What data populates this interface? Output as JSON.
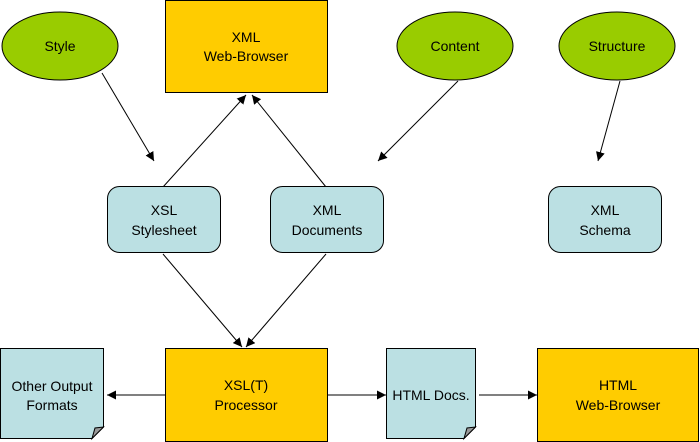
{
  "diagram": {
    "nodes": {
      "style": {
        "lines": [
          "Style"
        ],
        "shape": "ellipse",
        "color": "#99cc00"
      },
      "content": {
        "lines": [
          "Content"
        ],
        "shape": "ellipse",
        "color": "#99cc00"
      },
      "structure": {
        "lines": [
          "Structure"
        ],
        "shape": "ellipse",
        "color": "#99cc00"
      },
      "xml_browser": {
        "lines": [
          "XML",
          "Web-Browser"
        ],
        "shape": "rectangle",
        "color": "#ffcc00"
      },
      "xsl_stylesheet": {
        "lines": [
          "XSL",
          "Stylesheet"
        ],
        "shape": "rounded-rectangle",
        "color": "#bbe0e3"
      },
      "xml_documents": {
        "lines": [
          "XML",
          "Documents"
        ],
        "shape": "rounded-rectangle",
        "color": "#bbe0e3"
      },
      "xml_schema": {
        "lines": [
          "XML",
          "Schema"
        ],
        "shape": "rounded-rectangle",
        "color": "#bbe0e3"
      },
      "other_output": {
        "lines": [
          "Other Output",
          "Formats"
        ],
        "shape": "document",
        "color": "#bbe0e3"
      },
      "xslt_processor": {
        "lines": [
          "XSL(T)",
          "Processor"
        ],
        "shape": "rectangle",
        "color": "#ffcc00"
      },
      "html_docs": {
        "lines": [
          "HTML Docs."
        ],
        "shape": "document",
        "color": "#bbe0e3"
      },
      "html_browser": {
        "lines": [
          "HTML",
          "Web-Browser"
        ],
        "shape": "rectangle",
        "color": "#ffcc00"
      }
    },
    "edges": [
      {
        "from": "style",
        "to": "xsl_stylesheet"
      },
      {
        "from": "content",
        "to": "xml_documents"
      },
      {
        "from": "structure",
        "to": "xml_schema"
      },
      {
        "from": "xsl_stylesheet",
        "to": "xml_browser"
      },
      {
        "from": "xml_documents",
        "to": "xml_browser"
      },
      {
        "from": "xsl_stylesheet",
        "to": "xslt_processor"
      },
      {
        "from": "xml_documents",
        "to": "xslt_processor"
      },
      {
        "from": "xslt_processor",
        "to": "other_output"
      },
      {
        "from": "xslt_processor",
        "to": "html_docs"
      },
      {
        "from": "html_docs",
        "to": "html_browser"
      }
    ]
  }
}
